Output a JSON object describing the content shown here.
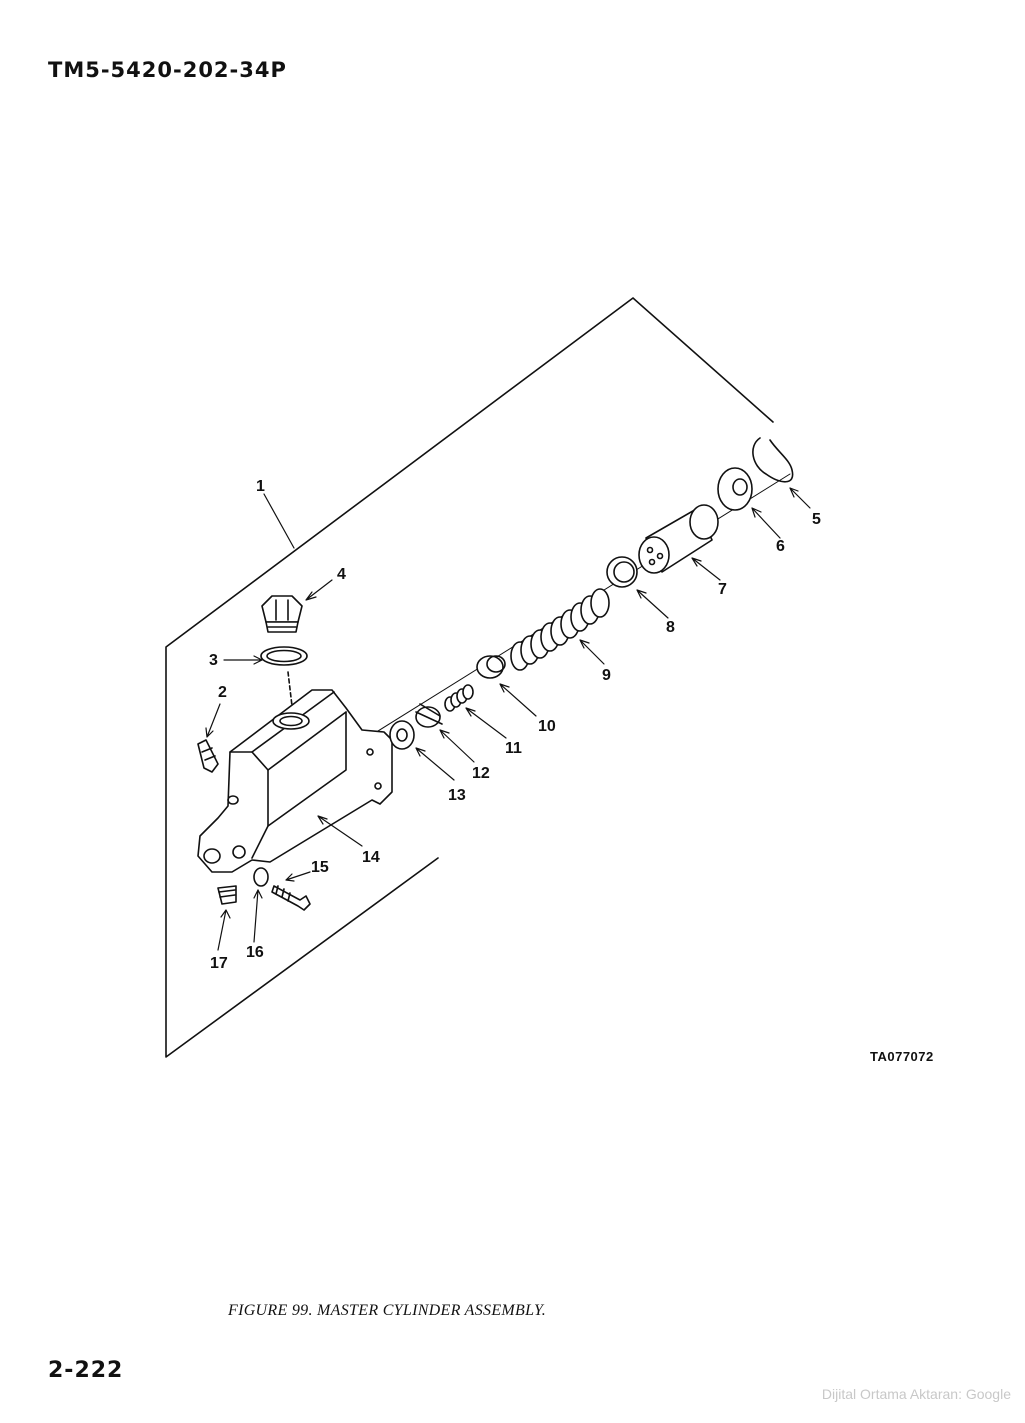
{
  "header": {
    "doc_number": "TM5-5420-202-34P"
  },
  "figure": {
    "caption": "FIGURE 99. MASTER CYLINDER ASSEMBLY.",
    "reference_code": "TA077072",
    "callouts": [
      "1",
      "2",
      "3",
      "4",
      "5",
      "6",
      "7",
      "8",
      "9",
      "10",
      "11",
      "12",
      "13",
      "14",
      "15",
      "16",
      "17"
    ]
  },
  "footer": {
    "page_number": "2-222",
    "watermark": "Dijital Ortama Aktaran: Google"
  }
}
